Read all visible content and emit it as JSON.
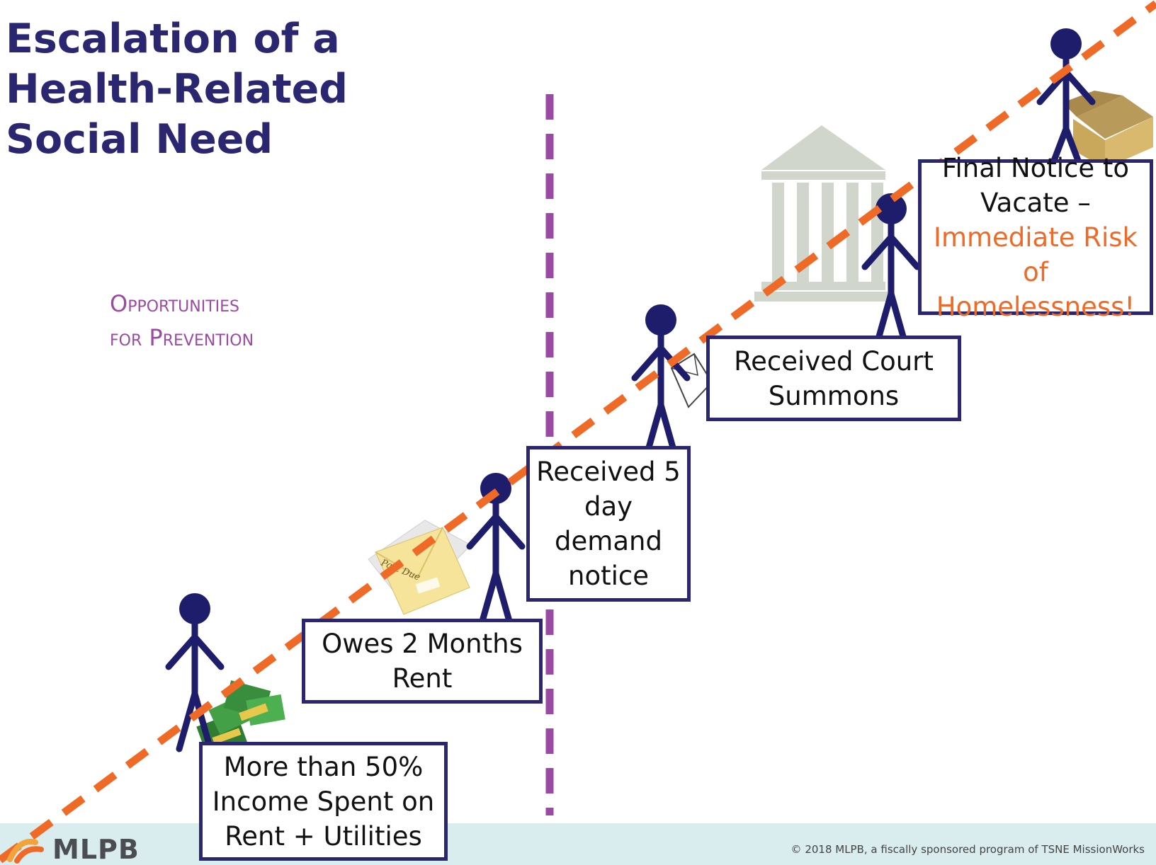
{
  "title": {
    "line1": "Escalation of a",
    "line2": "Health-Related",
    "line3": "Social Need"
  },
  "prevention_label": {
    "line1": "Opportunities",
    "line2": "for Prevention"
  },
  "steps": [
    {
      "lines": [
        "More than 50%",
        "Income Spent on",
        "Rent + Utilities"
      ],
      "item_icon": "cash-stack"
    },
    {
      "lines": [
        "Owes 2 Months",
        "Rent"
      ],
      "item_icon": "past-due-envelope",
      "item_text": "Past Due"
    },
    {
      "lines": [
        "Received 5",
        "day",
        "demand",
        "notice"
      ]
    },
    {
      "lines": [
        "Received Court",
        "Summons"
      ],
      "item_icon": "envelope"
    },
    {
      "lines": [
        "Final Notice to",
        "Vacate –"
      ],
      "warning_lines": [
        "Immediate Risk",
        "of Homelessness!"
      ],
      "item_icon": "courthouse"
    }
  ],
  "last_step_icon": "cardboard-box",
  "footer": {
    "logo_text": "MLPB",
    "copyright": "© 2018 MLPB, a fiscally sponsored program of TSNE MissionWorks"
  },
  "colors": {
    "navy": "#2b2670",
    "orange": "#ef6a26",
    "purple": "#9b4aa3",
    "footer_bg": "#d9ecee"
  }
}
